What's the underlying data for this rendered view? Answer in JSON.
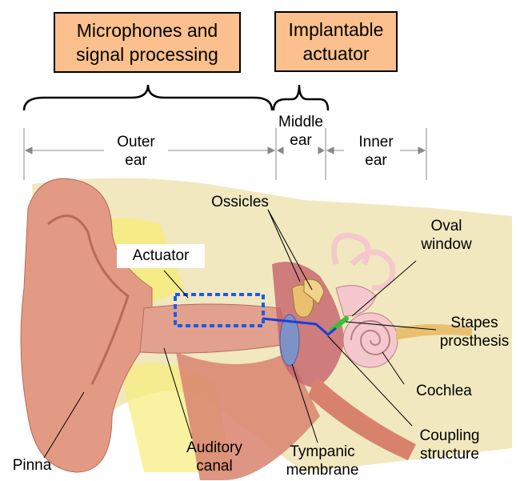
{
  "top_boxes": {
    "signal_processing": "Microphones and\nsignal processing",
    "implantable_actuator": "Implantable\nactuator"
  },
  "regions": {
    "outer_ear": "Outer\near",
    "middle_ear": "Middle\near",
    "inner_ear": "Inner\near"
  },
  "labels": {
    "ossicles": "Ossicles",
    "actuator": "Actuator",
    "oval_window": "Oval\nwindow",
    "stapes_prosthesis": "Stapes\nprosthesis",
    "cochlea": "Cochlea",
    "coupling_structure": "Coupling\nstructure",
    "tympanic_membrane": "Tympanic\nmembrane",
    "auditory_canal": "Auditory\ncanal",
    "pinna": "Pinna"
  },
  "colors": {
    "box_fill": "#fbc08d",
    "actuator_outline": "#1a5ce6",
    "coupling_line": "#1a3fd8",
    "prosthesis": "#38c038",
    "skin": "#e29a84",
    "bone": "#f0e6b8",
    "tympanic": "#7e92c8",
    "cochlea": "#f4c8cc"
  }
}
